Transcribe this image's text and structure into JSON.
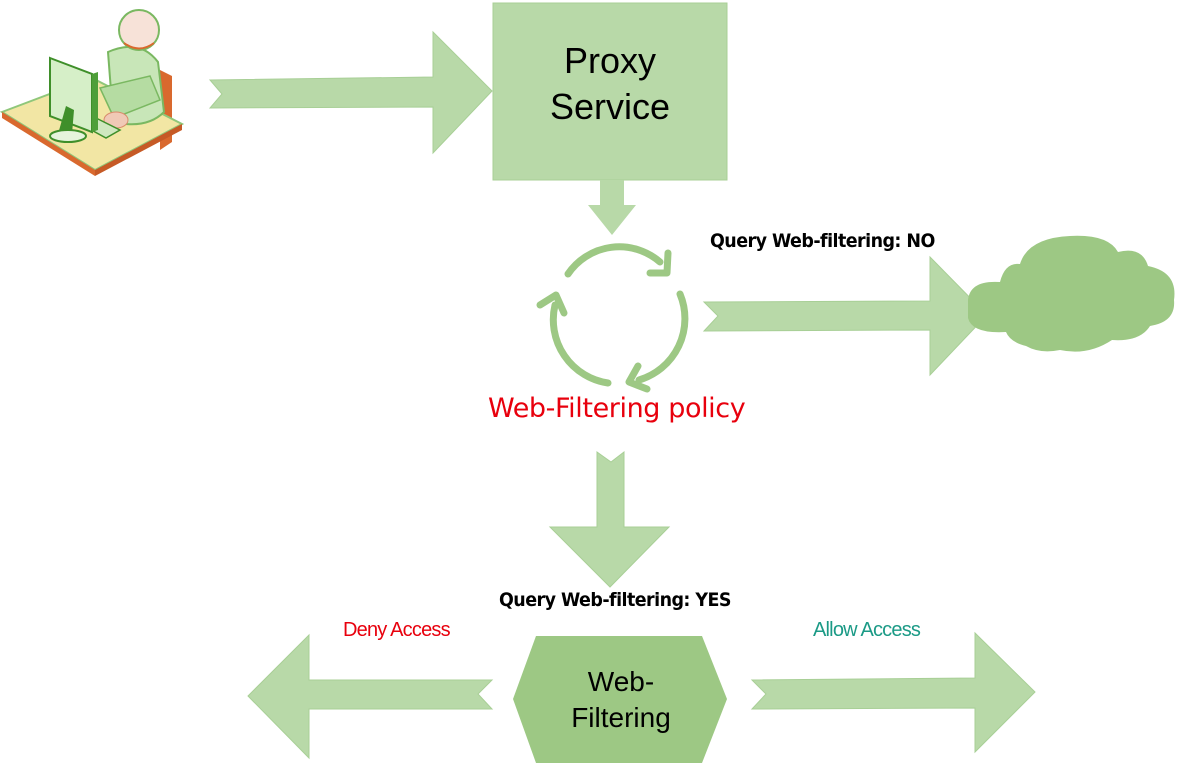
{
  "diagram": {
    "title": "Proxy Service Web-Filtering Flow",
    "nodes": {
      "user": {
        "icon": "user-at-computer-icon"
      },
      "proxy": {
        "label_line1": "Proxy",
        "label_line2": "Service"
      },
      "policy": {
        "icon": "cycle-arrows-icon",
        "label": "Web-Filtering policy"
      },
      "internet": {
        "icon": "cloud-icon"
      },
      "web_filtering": {
        "label_line1": "Web-",
        "label_line2": "Filtering"
      }
    },
    "edges": {
      "query_no": "Query Web-filtering: NO",
      "query_yes": "Query Web-filtering: YES",
      "deny": "Deny Access",
      "allow": "Allow Access"
    },
    "colors": {
      "arrow_fill": "#b8d9a8",
      "shape_fill": "#9dc884",
      "deny_text": "#e8000d",
      "allow_text": "#1b9a86",
      "policy_text": "#e8000d"
    }
  }
}
